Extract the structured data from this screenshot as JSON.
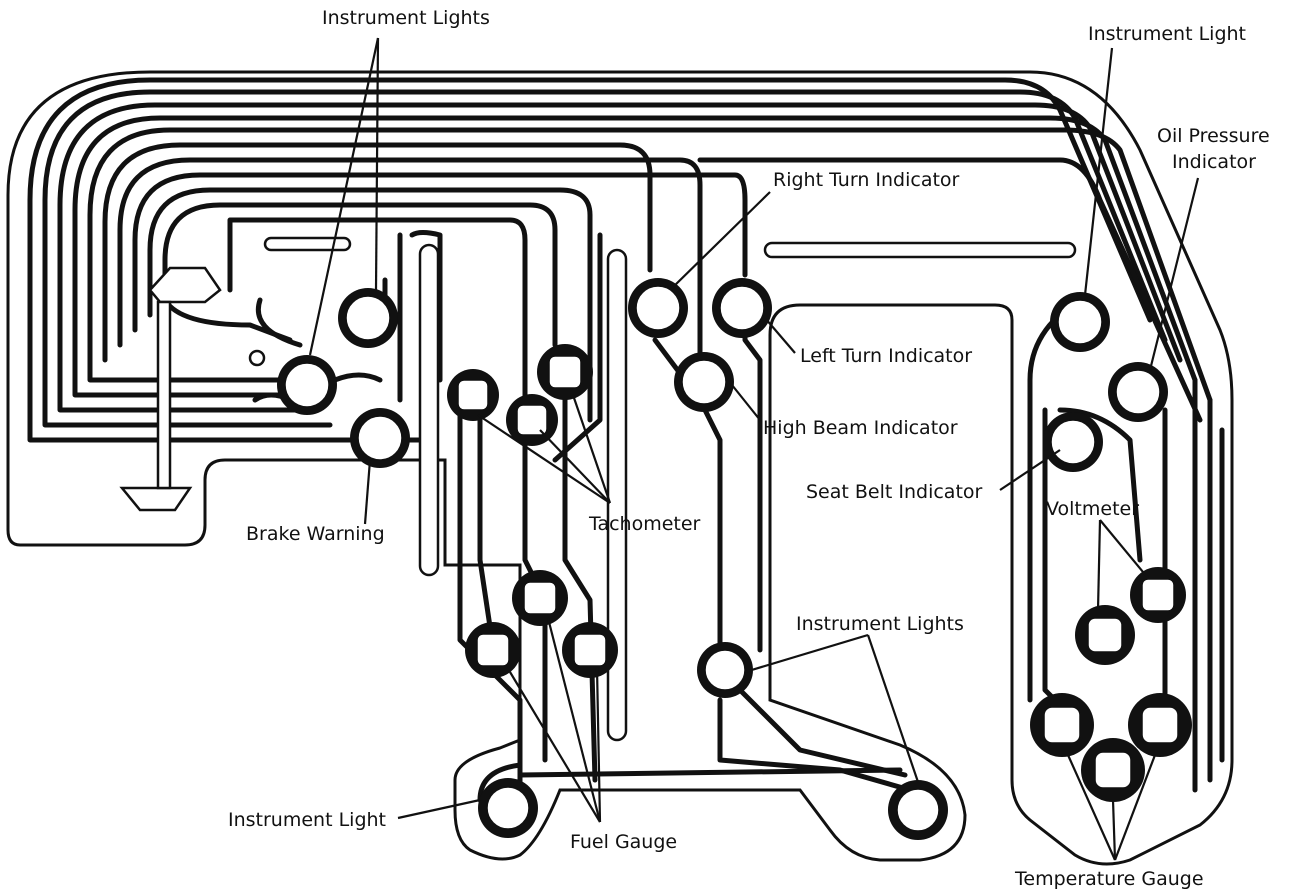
{
  "labels": {
    "instrument_lights_top": "Instrument Lights",
    "instrument_light_top_right": "Instrument  Light",
    "oil_pressure_line1": "Oil Pressure",
    "oil_pressure_line2": "Indicator",
    "right_turn": "Right Turn Indicator",
    "left_turn": "Left Turn Indicator",
    "high_beam": "High Beam Indicator",
    "seat_belt": "Seat Belt Indicator",
    "brake_warning": "Brake Warning",
    "tachometer": "Tachometer",
    "voltmeter": "Voltmeter",
    "instrument_lights_bottom": "Instrument Lights",
    "instrument_light_bottom_left": "Instrument Light",
    "fuel_gauge": "Fuel Gauge",
    "temperature_gauge": "Temperature Gauge"
  },
  "colors": {
    "ink": "#111111",
    "paper": "#ffffff"
  }
}
